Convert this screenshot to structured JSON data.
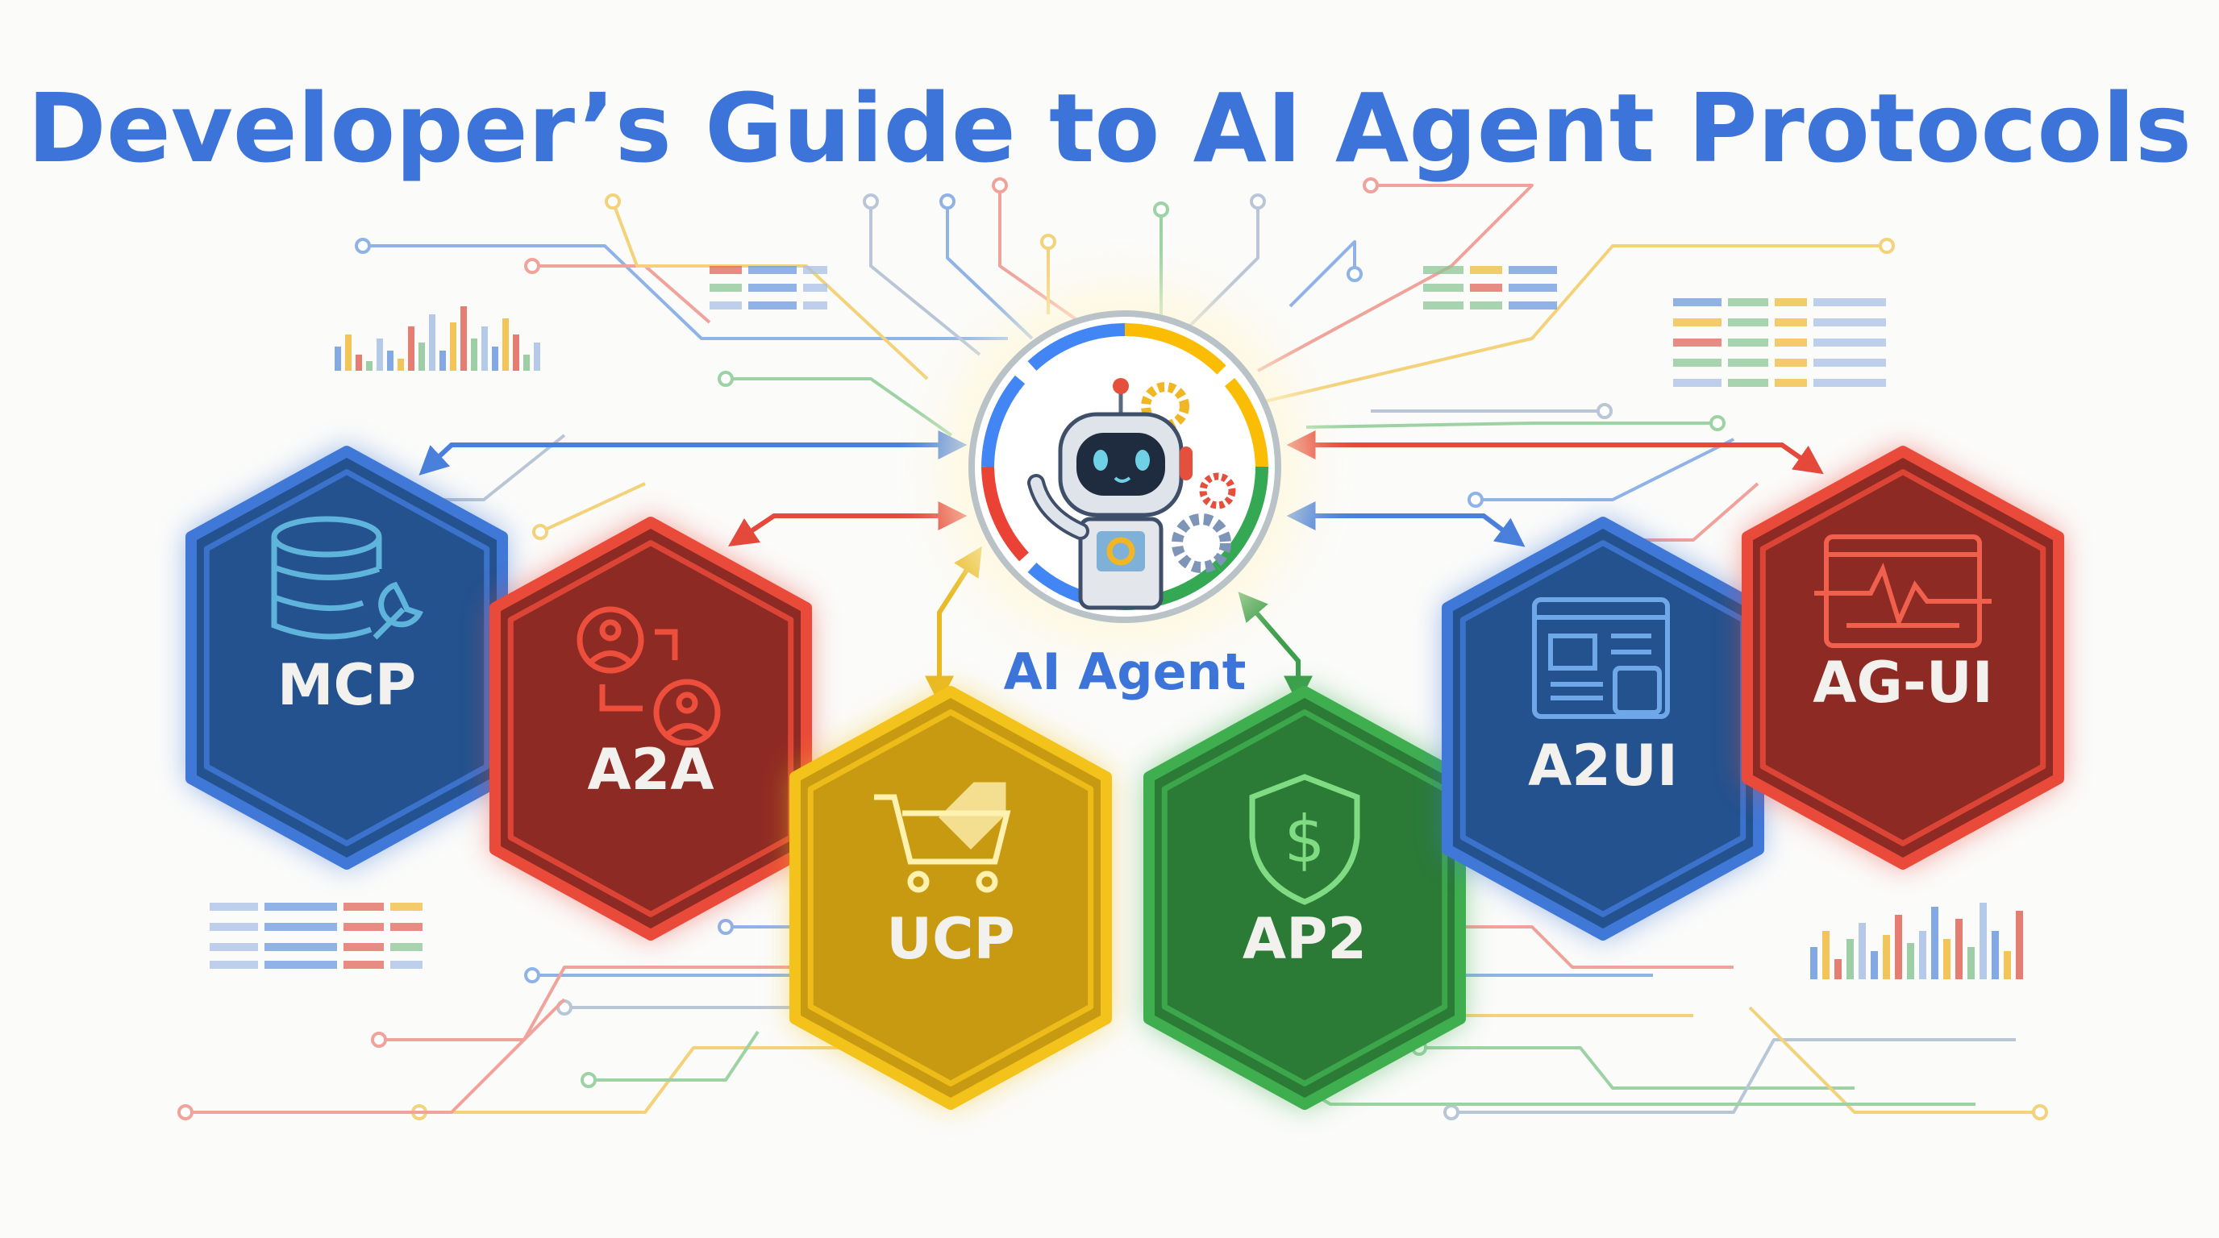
{
  "title": "Developer’s Guide to AI Agent Protocols",
  "center": {
    "label": "AI Agent",
    "icon": "robot-icon"
  },
  "protocols": [
    {
      "label": "MCP",
      "icon": "database-wrench-icon",
      "color": "#3f78d6",
      "fill": "#23528f"
    },
    {
      "label": "A2A",
      "icon": "agents-exchange-icon",
      "color": "#ea4a3a",
      "fill": "#8e2a24"
    },
    {
      "label": "UCP",
      "icon": "shopping-cart-tag-icon",
      "color": "#f3c21b",
      "fill": "#c89a12"
    },
    {
      "label": "AP2",
      "icon": "shield-dollar-icon",
      "color": "#3fae4f",
      "fill": "#2b7a36"
    },
    {
      "label": "A2UI",
      "icon": "ui-layout-icon",
      "color": "#3f78d6",
      "fill": "#23528f"
    },
    {
      "label": "AG-UI",
      "icon": "monitor-pulse-icon",
      "color": "#ea4a3a",
      "fill": "#8e2a24"
    }
  ],
  "colors": {
    "blue": "#4285f4",
    "red": "#ea4335",
    "yellow": "#fbbc04",
    "green": "#34a853"
  }
}
